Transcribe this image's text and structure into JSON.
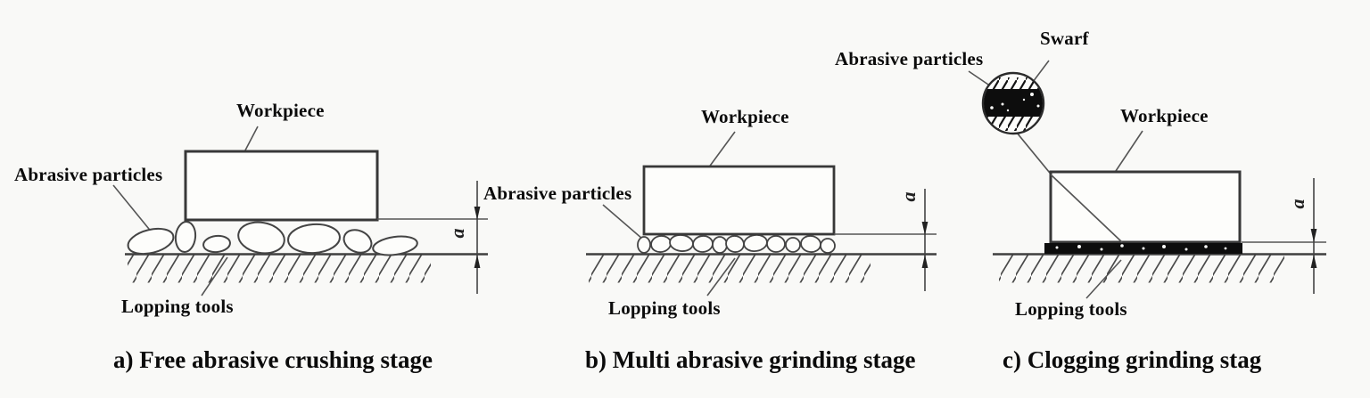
{
  "colors": {
    "background": "#f9f9f7",
    "line": "#444444",
    "text": "#0b0b0b",
    "clogged_layer": "#0d0d0d"
  },
  "panels": [
    {
      "id": "a",
      "caption": "a) Free abrasive crushing stage",
      "labels": {
        "workpiece": "Workpiece",
        "abrasive_particles": "Abrasive particles",
        "lapping_tool": "Lopping tools",
        "dimension": "a"
      }
    },
    {
      "id": "b",
      "caption": "b) Multi abrasive grinding stage",
      "labels": {
        "workpiece": "Workpiece",
        "abrasive_particles": "Abrasive particles",
        "lapping_tool": "Lopping tools",
        "dimension": "a"
      }
    },
    {
      "id": "c",
      "caption": "c) Clogging grinding stag",
      "labels": {
        "workpiece": "Workpiece",
        "abrasive_particles": "Abrasive particles",
        "swarf": "Swarf",
        "lapping_tool": "Lopping tools",
        "dimension": "a"
      }
    }
  ]
}
